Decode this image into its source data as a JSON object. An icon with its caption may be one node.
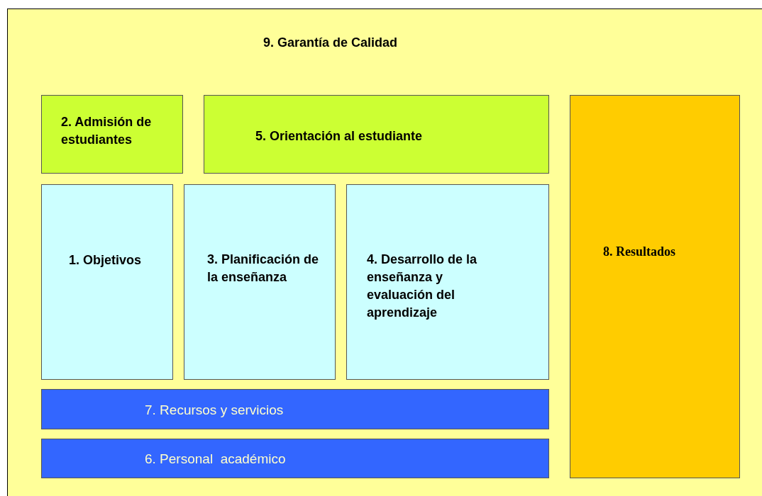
{
  "diagram": {
    "nodes": [
      {
        "text": [
          "9. Garantía de Calidad"
        ]
      },
      {
        "text": [
          "2. Admisión de estudiantes"
        ],
        "in": 0
      },
      {
        "text": [
          "5. Orientación al estudiante"
        ],
        "in": 0
      },
      {
        "text": [
          "8. Resultados"
        ],
        "in": 0
      },
      {
        "text": [
          "1. Objetivos"
        ],
        "in": 0
      },
      {
        "text": [
          "3. Planificación de la enseñanza"
        ],
        "in": 0
      },
      {
        "text": [
          "4. Desarrollo de la enseñanza y evaluación del aprendizaje"
        ],
        "in": 0
      },
      {
        "text": [
          "7. Recursos y servicios"
        ],
        "in": 0
      },
      {
        "text": [
          "6. Personal  académico"
        ],
        "in": 0
      }
    ]
  }
}
